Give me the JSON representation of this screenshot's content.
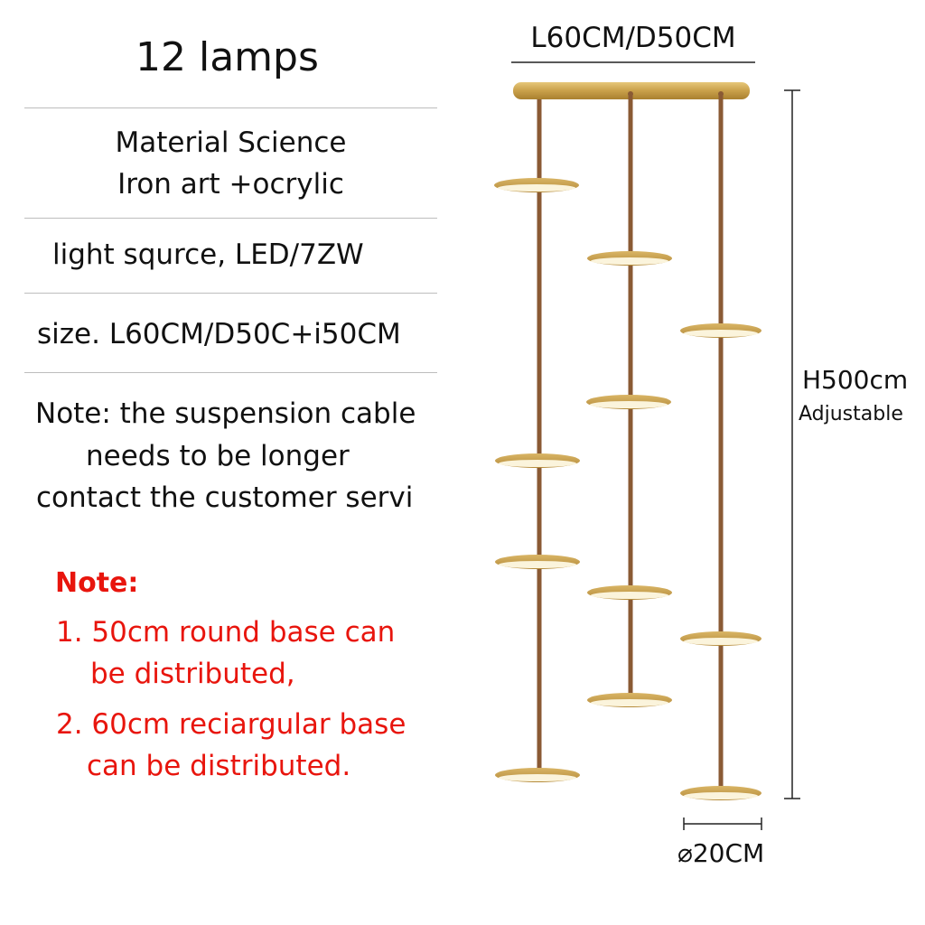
{
  "specs": {
    "title": "12 lamps",
    "material_label": "Material Science",
    "material_value": "Iron art +ocrylic",
    "light_source": "light squrce, LED/7ZW",
    "size": "size. L60CM/D50C+i50CM",
    "note_lines": [
      "Note: the suspension cable",
      "needs to be longer",
      "contact the customer servi"
    ]
  },
  "red_note": {
    "heading": "Note:",
    "item1_line1": "1. 50cm round base can",
    "item1_line2": "be distributed,",
    "item2_line1": "2. 60cm reciargular base",
    "item2_line2": "can be distributed."
  },
  "dimensions": {
    "top": "L60CM/D50CM",
    "height": "H500cm",
    "height_note": "Adjustable",
    "diameter": "⌀20CM"
  },
  "colors": {
    "text": "#111111",
    "red": "#e8150d",
    "gold": "#c9a04a",
    "rod": "#8a5a34",
    "rule": "#bdbdbd"
  }
}
